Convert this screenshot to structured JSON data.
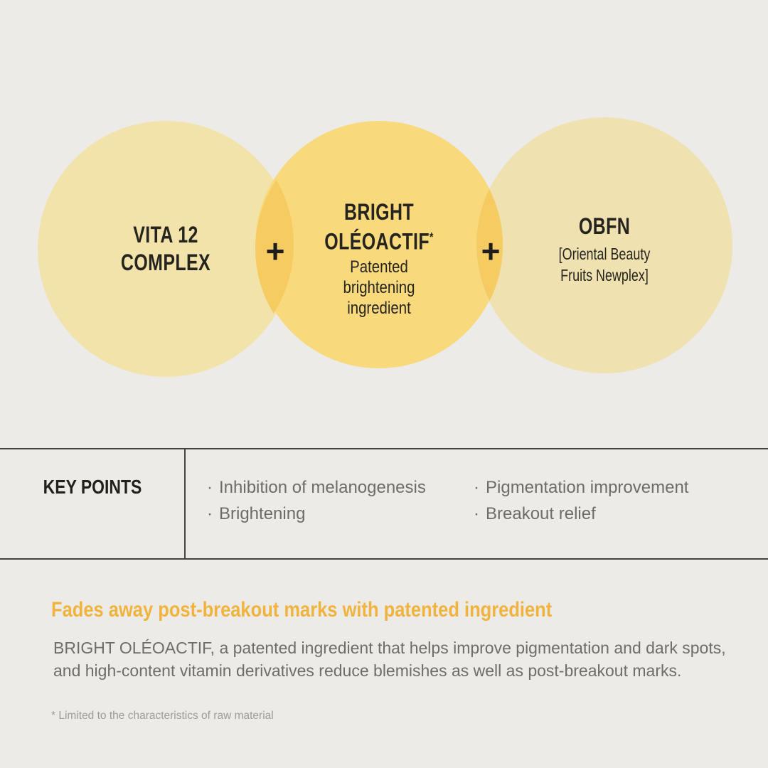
{
  "background_color": "#ECEBE7",
  "venn": {
    "plus": "+",
    "overlap_color": "#F5CB62",
    "circles": [
      {
        "title_lines": [
          "VITA 12",
          "COMPLEX"
        ],
        "color": "#F2E3AA"
      },
      {
        "title_lines": [
          "BRIGHT",
          "OLÉOACTIF"
        ],
        "title_superscript": "*",
        "subtitle_lines": [
          "Patented brightening",
          "ingredient"
        ],
        "color": "#F8D97C"
      },
      {
        "title_lines": [
          "OBFN"
        ],
        "subtitle_lines": [
          "[Oriental Beauty",
          "Fruits Newplex]"
        ],
        "color": "#EFE1B0"
      }
    ]
  },
  "key_points": {
    "label": "KEY POINTS",
    "bullet": "·",
    "columns": [
      [
        "Inhibition of melanogenesis",
        "Brightening"
      ],
      [
        "Pigmentation improvement",
        "Breakout relief"
      ]
    ],
    "rule_color": "#45433E"
  },
  "description": {
    "headline": "Fades away post-breakout marks with patented ingredient",
    "headline_color": "#F0B43E",
    "body_lines": [
      "BRIGHT OLÉOACTIF, a patented ingredient that helps improve pigmentation and dark spots,",
      "and high-content vitamin derivatives reduce blemishes as well as post-breakout marks."
    ],
    "footnote": "* Limited to the characteristics of raw material"
  }
}
